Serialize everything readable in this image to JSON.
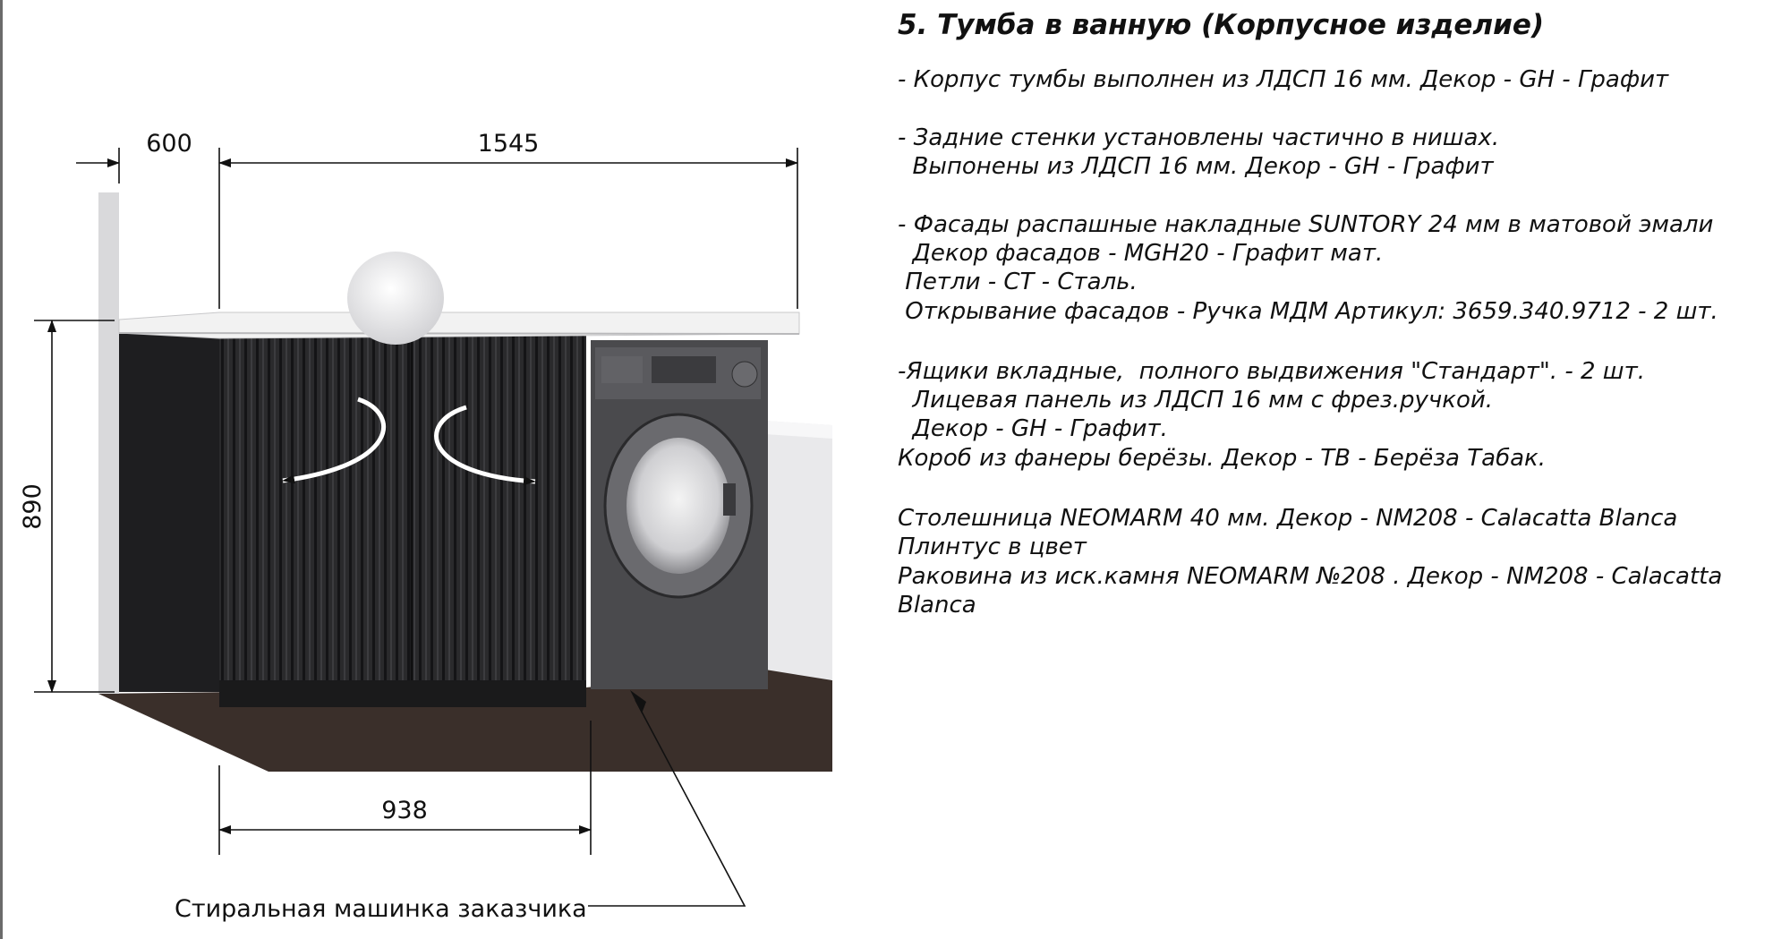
{
  "dimensions": {
    "left_depth": "600",
    "total_width": "1545",
    "height": "890",
    "cabinet_width": "938"
  },
  "callout": "Стиральная машинка заказчика",
  "spec": {
    "title": "5. Тумба в ванную (Корпусное изделие)",
    "lines": [
      "- Корпус тумбы выполнен из ЛДСП 16 мм. Декор - GH - Графит",
      "- Задние стенки установлены частично в нишах.",
      "  Выпонены из ЛДСП 16 мм. Декор - GH - Графит",
      "- Фасады распашные накладные SUNTORY 24 мм в матовой эмали",
      "  Декор фасадов - MGH20 - Графит мат.",
      " Петли - CT - Сталь.",
      " Открывание фасадов - Ручка МДМ Артикул: 3659.340.9712 - 2 шт.",
      "-Ящики вкладные,  полного выдвижения \"Стандарт\". - 2 шт.",
      "  Лицевая панель из ЛДСП 16 мм с фрез.ручкой.",
      "  Декор - GH - Графит.",
      "Короб из фанеры берёзы. Декор - TB - Берёза Табак.",
      "Столешница NEOMARM 40 мм. Декор - NM208 - Calacatta Blanca",
      "Плинтус в цвет",
      "Раковина из иск.камня NEOMARM №208 . Декор - NM208 - Calacatta",
      "Blanca"
    ]
  },
  "colors": {
    "cabinet": "#2b2b2d",
    "floor": "#3a2f2a",
    "washer": "#4a4a4d",
    "countertop": "#f2f2f2"
  }
}
